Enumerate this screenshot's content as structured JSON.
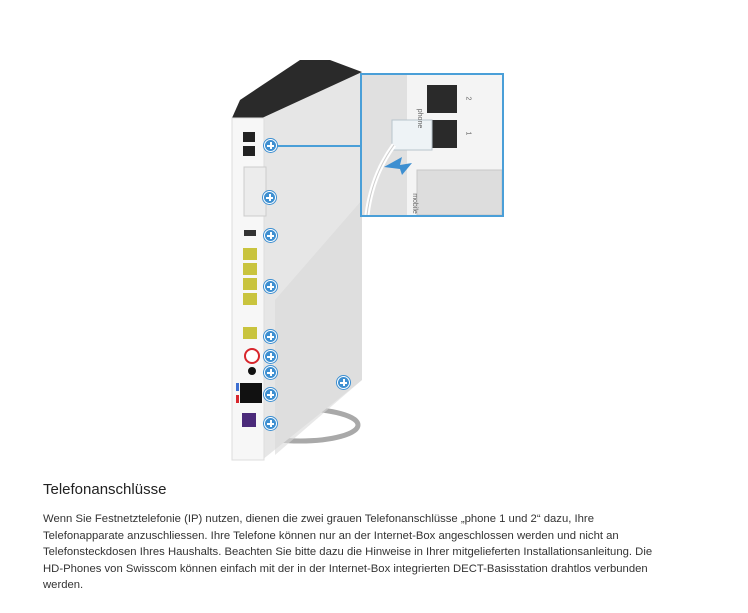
{
  "section": {
    "title": "Telefonanschlüsse",
    "body": "Wenn Sie Festnetztelefonie (IP) nutzen, dienen die zwei grauen Telefonanschlüsse „phone 1 und 2“ dazu, Ihre Telefonapparate anzuschliessen. Ihre Telefone können nur an der Internet-Box angeschlossen werden und nicht an Telefonsteckdosen Ihres Haushalts. Beachten Sie bitte dazu die Hinweise in Ihrer mitgelieferten Installationsanleitung. Die HD-Phones von Swisscom können einfach mit der in der Internet-Box integrierten DECT-Basisstation drahtlos verbunden werden."
  },
  "zoom_detail": {
    "port_label": "phone",
    "port_numbers": [
      "2",
      "1"
    ],
    "lower_label": "mobile"
  },
  "hotspots": [
    "phone",
    "mobile",
    "usb",
    "lan",
    "lan-gbe",
    "power-button",
    "power",
    "dsl",
    "internet",
    "side"
  ],
  "colors": {
    "accent": "#3d8fd1",
    "lan_port": "#d8d44a",
    "internet_port": "#4b2a7a",
    "power_ring": "#d8262c"
  }
}
